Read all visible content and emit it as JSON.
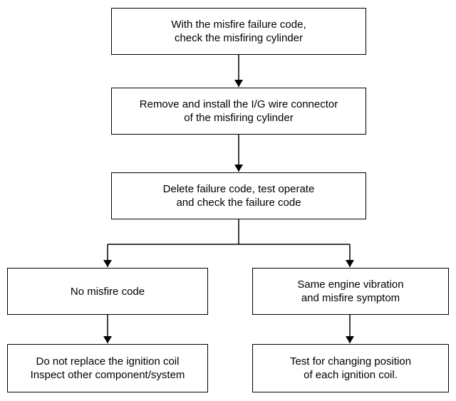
{
  "flowchart": {
    "steps": [
      {
        "lines": [
          "With the misfire failure code,",
          "check the misfiring cylinder"
        ]
      },
      {
        "lines": [
          "Remove and install the I/G wire connector",
          "of the misfiring cylinder"
        ]
      },
      {
        "lines": [
          "Delete failure code, test operate",
          "and check the  failure code"
        ]
      },
      {
        "lines": [
          "No misfire code"
        ]
      },
      {
        "lines": [
          "Same engine vibration",
          "and misfire symptom"
        ]
      },
      {
        "lines": [
          "Do not replace the ignition coil",
          "Inspect other component/system"
        ]
      },
      {
        "lines": [
          "Test for changing position",
          "of each ignition coil."
        ]
      }
    ]
  }
}
